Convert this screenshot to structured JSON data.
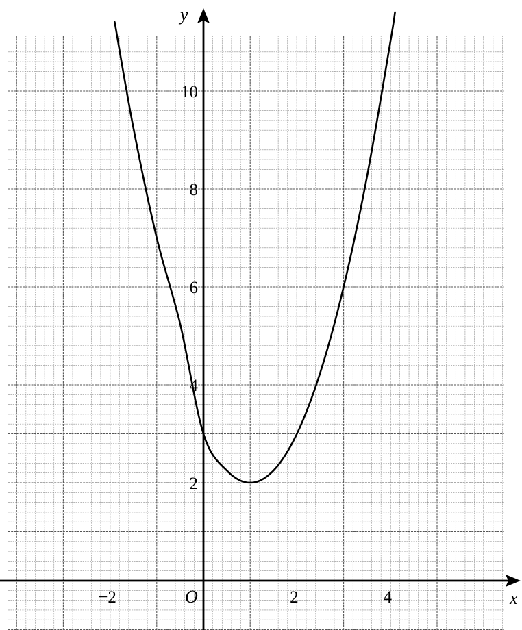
{
  "chart_data": {
    "type": "line",
    "xlabel": "x",
    "ylabel": "y",
    "origin_label": "O",
    "xlim": [
      -4,
      6.2
    ],
    "ylim": [
      -0.6,
      11
    ],
    "x_tick_labels": [
      "−2",
      "2",
      "4"
    ],
    "x_tick_values": [
      -2,
      2,
      4
    ],
    "y_tick_labels": [
      "2",
      "4",
      "6",
      "8",
      "10"
    ],
    "y_tick_values": [
      2,
      4,
      6,
      8,
      10
    ],
    "grid": true,
    "series": [
      {
        "x": [
          -1.9,
          -1.5,
          -1,
          -0.5,
          0,
          0.5,
          1,
          1.5,
          2,
          2.5,
          3,
          3.5,
          4,
          4.1
        ],
        "values": [
          11.41,
          9.25,
          7,
          5.25,
          3,
          2.25,
          2,
          2.25,
          3,
          4.25,
          6,
          8.25,
          11,
          11.61
        ]
      }
    ],
    "colors": {
      "curve": "#000000",
      "grid_major": "#555555",
      "grid_minor": "#8c8c8c",
      "axes": "#000000"
    }
  }
}
